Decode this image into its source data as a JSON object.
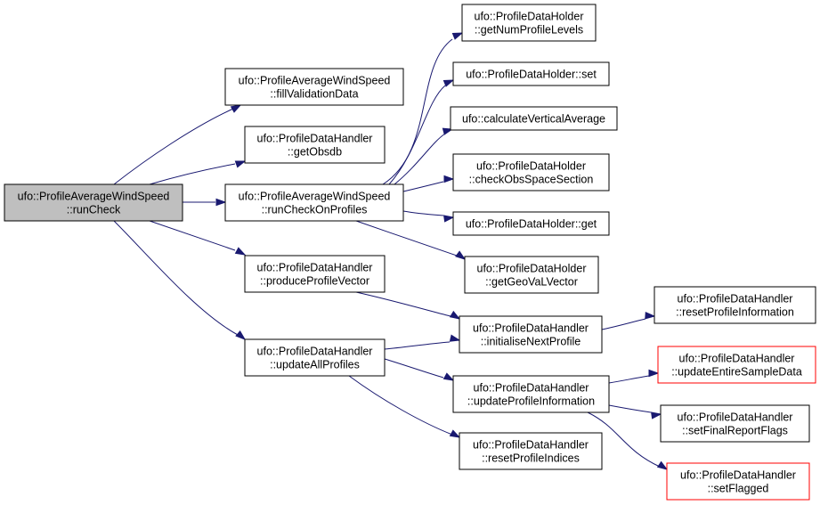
{
  "nodes": {
    "n0": {
      "lines": [
        "ufo::ProfileAverageWindSpeed",
        "::runCheck"
      ],
      "root": true
    },
    "n1": {
      "lines": [
        "ufo::ProfileAverageWindSpeed",
        "::fillValidationData"
      ]
    },
    "n2": {
      "lines": [
        "ufo::ProfileDataHandler",
        "::getObsdb"
      ]
    },
    "n3": {
      "lines": [
        "ufo::ProfileAverageWindSpeed",
        "::runCheckOnProfiles"
      ]
    },
    "n4": {
      "lines": [
        "ufo::ProfileDataHandler",
        "::produceProfileVector"
      ]
    },
    "n5": {
      "lines": [
        "ufo::ProfileDataHandler",
        "::updateAllProfiles"
      ]
    },
    "n6": {
      "lines": [
        "ufo::ProfileDataHolder",
        "::getNumProfileLevels"
      ]
    },
    "n7": {
      "lines": [
        "ufo::ProfileDataHolder::set"
      ]
    },
    "n8": {
      "lines": [
        "ufo::calculateVerticalAverage"
      ]
    },
    "n9": {
      "lines": [
        "ufo::ProfileDataHolder",
        "::checkObsSpaceSection"
      ]
    },
    "n10": {
      "lines": [
        "ufo::ProfileDataHolder::get"
      ]
    },
    "n11": {
      "lines": [
        "ufo::ProfileDataHolder",
        "::getGeoVaLVector"
      ]
    },
    "n12": {
      "lines": [
        "ufo::ProfileDataHandler",
        "::initialiseNextProfile"
      ]
    },
    "n13": {
      "lines": [
        "ufo::ProfileDataHandler",
        "::updateProfileInformation"
      ]
    },
    "n14": {
      "lines": [
        "ufo::ProfileDataHandler",
        "::resetProfileIndices"
      ]
    },
    "n15": {
      "lines": [
        "ufo::ProfileDataHandler",
        "::resetProfileInformation"
      ]
    },
    "n16": {
      "lines": [
        "ufo::ProfileDataHandler",
        "::updateEntireSampleData"
      ],
      "truncated": true
    },
    "n17": {
      "lines": [
        "ufo::ProfileDataHandler",
        "::setFinalReportFlags"
      ]
    },
    "n18": {
      "lines": [
        "ufo::ProfileDataHandler",
        "::setFlagged"
      ],
      "truncated": true
    }
  },
  "edges": [
    [
      "n0",
      "n1"
    ],
    [
      "n0",
      "n2"
    ],
    [
      "n0",
      "n3"
    ],
    [
      "n0",
      "n4"
    ],
    [
      "n0",
      "n5"
    ],
    [
      "n3",
      "n6"
    ],
    [
      "n3",
      "n7"
    ],
    [
      "n3",
      "n8"
    ],
    [
      "n3",
      "n9"
    ],
    [
      "n3",
      "n10"
    ],
    [
      "n3",
      "n11"
    ],
    [
      "n4",
      "n12"
    ],
    [
      "n5",
      "n12"
    ],
    [
      "n5",
      "n13"
    ],
    [
      "n5",
      "n14"
    ],
    [
      "n12",
      "n15"
    ],
    [
      "n13",
      "n16"
    ],
    [
      "n13",
      "n17"
    ],
    [
      "n13",
      "n18"
    ]
  ],
  "colors": {
    "edge": "#191970",
    "root_fill": "#bfbfbf",
    "node_border": "#000000",
    "truncated_border": "#ff0000"
  }
}
